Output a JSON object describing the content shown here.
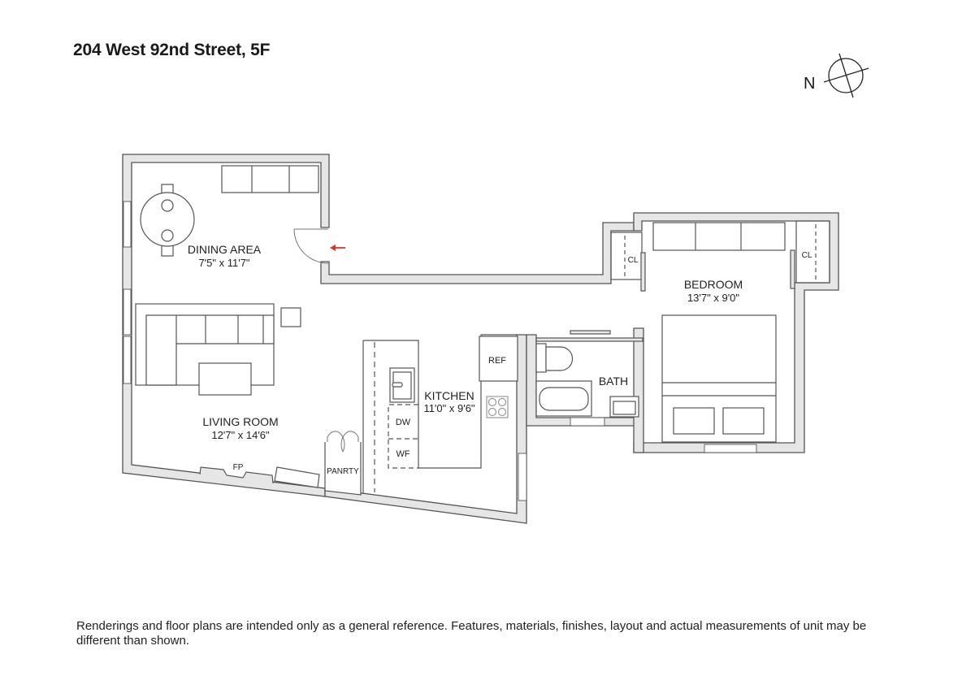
{
  "header": {
    "title": "204 West 92nd Street, 5F"
  },
  "compass": {
    "label": "N",
    "icon": "north-compass-icon"
  },
  "rooms": {
    "dining": {
      "name": "DINING AREA",
      "dims": "7'5\" x 11'7\""
    },
    "living": {
      "name": "LIVING ROOM",
      "dims": "12'7\" x 14'6\""
    },
    "kitchen": {
      "name": "KITCHEN",
      "dims": "11'0\" x 9'6\""
    },
    "bedroom": {
      "name": "BEDROOM",
      "dims": "13'7\" x 9'0\""
    },
    "bath": {
      "name": "BATH"
    }
  },
  "fixtures": {
    "fireplace": "FP",
    "pantry": "PANRTY",
    "refrigerator": "REF",
    "dishwasher": "DW",
    "washer": "WF",
    "closet_left": "CL",
    "closet_right": "CL"
  },
  "colors": {
    "wall_fill": "#e6e6e6",
    "wall_stroke": "#555555",
    "entry_arrow": "#e0341c"
  },
  "footer": {
    "disclaimer": "Renderings and floor plans are intended only as a general reference. Features, materials, finishes, layout and actual measurements of unit may be different than shown."
  }
}
